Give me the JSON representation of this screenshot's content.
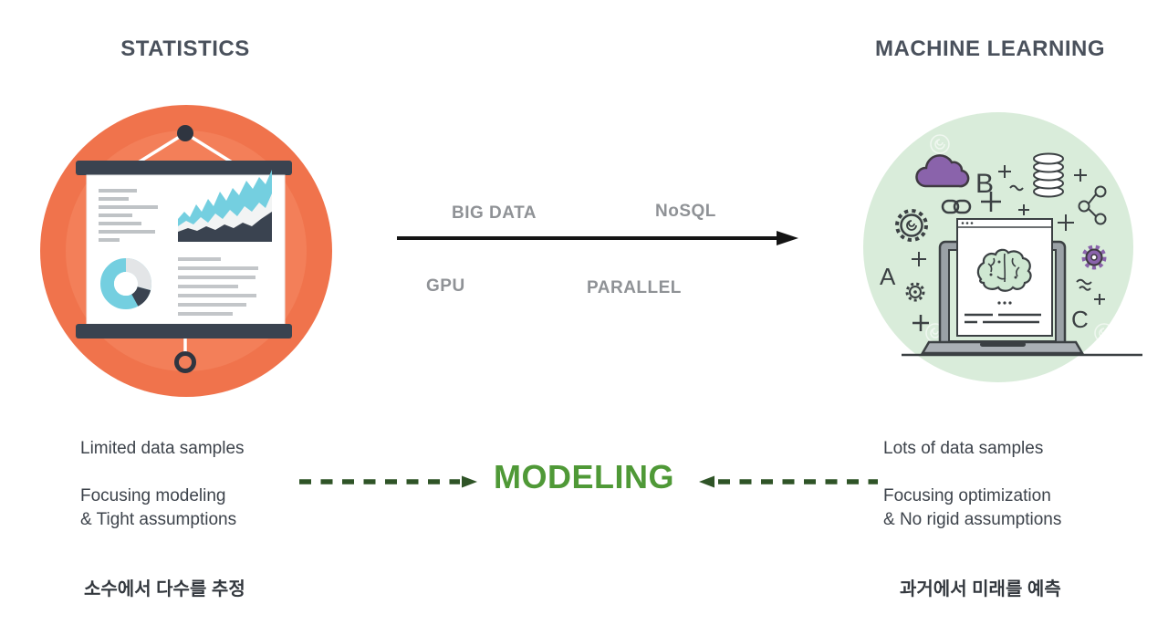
{
  "left_panel": {
    "heading": "STATISTICS",
    "samples_text": "Limited data samples",
    "focus_line1": "Focusing modeling",
    "focus_line2": "& Tight assumptions",
    "caption_korean": "소수에서 다수를 추정"
  },
  "right_panel": {
    "heading": "MACHINE LEARNING",
    "samples_text": "Lots of data samples",
    "focus_line1": "Focusing optimization",
    "focus_line2": "& No rigid assumptions",
    "caption_korean": "과거에서 미래를 예측",
    "letters": {
      "a": "A",
      "b": "B",
      "c": "C"
    }
  },
  "center": {
    "label_big_data": "BIG DATA",
    "label_nosql": "NoSQL",
    "label_gpu": "GPU",
    "label_parallel": "PARALLEL",
    "modeling_label": "MODELING"
  },
  "colors": {
    "heading_text": "#4a515c",
    "body_text": "#3d434b",
    "korean_text": "#33383e",
    "arrow_label_text": "#8f9296",
    "modeling_green": "#4f9937",
    "dash_green": "#2f5427",
    "main_arrow_black": "#141414",
    "statistics_circle_orange": "#f0734c",
    "statistics_circle_orange_inner": "#f68b65",
    "ml_circle_green": "#d9ecda",
    "illustration_dark": "#3a4350",
    "chart_teal": "#74cfe0",
    "icon_purple": "#8a63ab"
  },
  "illustrations": {
    "statistics": {
      "elements": [
        "presentation-screen",
        "area-chart",
        "donut-chart",
        "text-lines"
      ]
    },
    "machine_learning": {
      "elements": [
        "laptop",
        "browser-window",
        "brain",
        "cloud",
        "database",
        "gears",
        "share-nodes",
        "chain-link",
        "plus-signs",
        "tildes"
      ]
    }
  }
}
